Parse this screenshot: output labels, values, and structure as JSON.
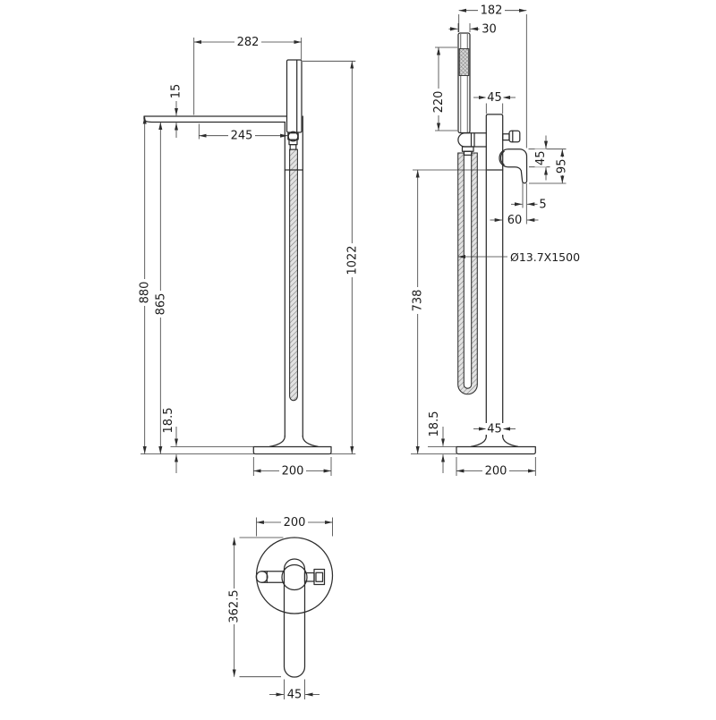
{
  "drawing": {
    "type": "technical-dimension-drawing",
    "subject": "freestanding bath shower mixer tap",
    "background_color": "#ffffff",
    "line_color": "#2d2d2d",
    "text_color": "#1b1b1b"
  },
  "dims": {
    "front": {
      "overall_width": "282",
      "spout_thickness": "15",
      "spout_reach": "245",
      "overall_height": "1022",
      "spout_top_height": "880",
      "spout_bottom_height": "865",
      "base_height": "18.5",
      "base_width": "200"
    },
    "side": {
      "overall_depth": "182",
      "handset_width": "30",
      "handset_length": "220",
      "column_width": "45",
      "handle_height": "45",
      "handle_depth": "95",
      "handle_clearance": "5",
      "handle_offset": "60",
      "hose_spec": "Ø13.7X1500",
      "riser_height": "738",
      "base_height": "18.5",
      "column_width_bottom": "45",
      "base_width": "200"
    },
    "plan": {
      "base_diameter": "200",
      "spout_projection": "362.5",
      "spout_width": "45"
    }
  }
}
